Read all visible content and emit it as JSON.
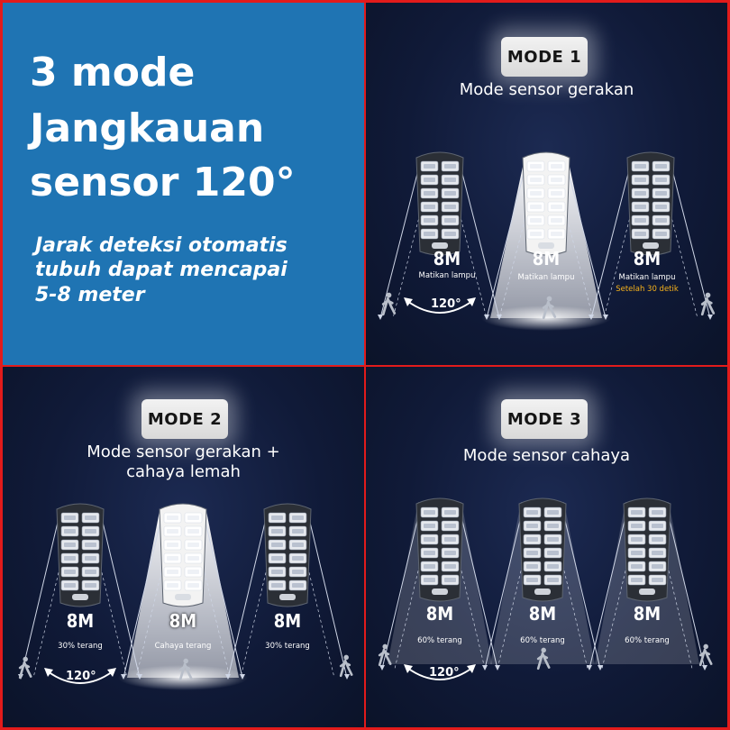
{
  "intro": {
    "title_line1": "3 mode",
    "title_line2": "Jangkauan",
    "title_line3": "sensor 120°",
    "sub_line1": "Jarak deteksi otomatis",
    "sub_line2": "tubuh dapat mencapai",
    "sub_line3": "5-8 meter"
  },
  "mode1": {
    "badge": "MODE 1",
    "heading": "Mode sensor gerakan",
    "lamps": [
      {
        "distance": "8M",
        "caption": "Matikan lampu",
        "extra": ""
      },
      {
        "distance": "8M",
        "caption": "Matikan lampu",
        "extra": ""
      },
      {
        "distance": "8M",
        "caption": "Matikan lampu",
        "extra": "Setelah 30 detik"
      }
    ],
    "angle": "120°"
  },
  "mode2": {
    "badge": "MODE 2",
    "heading_line1": "Mode sensor gerakan +",
    "heading_line2": "cahaya lemah",
    "lamps": [
      {
        "distance": "8M",
        "caption": "30% terang"
      },
      {
        "distance": "8M",
        "caption": "Cahaya terang"
      },
      {
        "distance": "8M",
        "caption": "30% terang"
      }
    ],
    "angle": "120°"
  },
  "mode3": {
    "badge": "MODE 3",
    "heading": "Mode sensor cahaya",
    "lamps": [
      {
        "distance": "8M",
        "caption": "60% terang"
      },
      {
        "distance": "8M",
        "caption": "60% terang"
      },
      {
        "distance": "8M",
        "caption": "60% terang"
      }
    ],
    "angle": "120°"
  },
  "icons": [
    "walking-person-icon",
    "street-lamp-icon"
  ],
  "colors": {
    "intro_bg": "#1f74b3",
    "panel_bg": "#101a38",
    "border": "#e21b1b",
    "accent_orange": "#f6b21b"
  }
}
